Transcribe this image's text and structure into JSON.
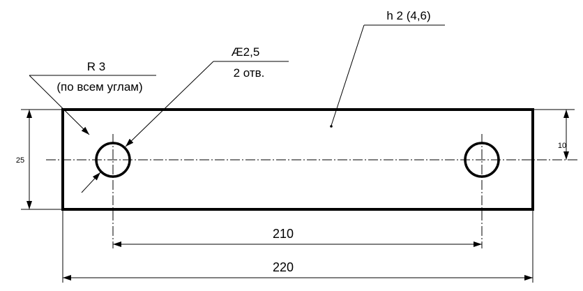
{
  "colors": {
    "background": "#ffffff",
    "ink": "#000000"
  },
  "part": {
    "thickness_label": "h 2 (4,6)",
    "corner_radius_label": "R 3",
    "corner_radius_note": "(по всем углам)",
    "hole_diameter_label": "Æ2,5",
    "hole_count_label": "2 отв."
  },
  "dimensions": {
    "overall_length": "220",
    "hole_spacing": "210",
    "overall_height": "25",
    "hole_offset": "10"
  }
}
